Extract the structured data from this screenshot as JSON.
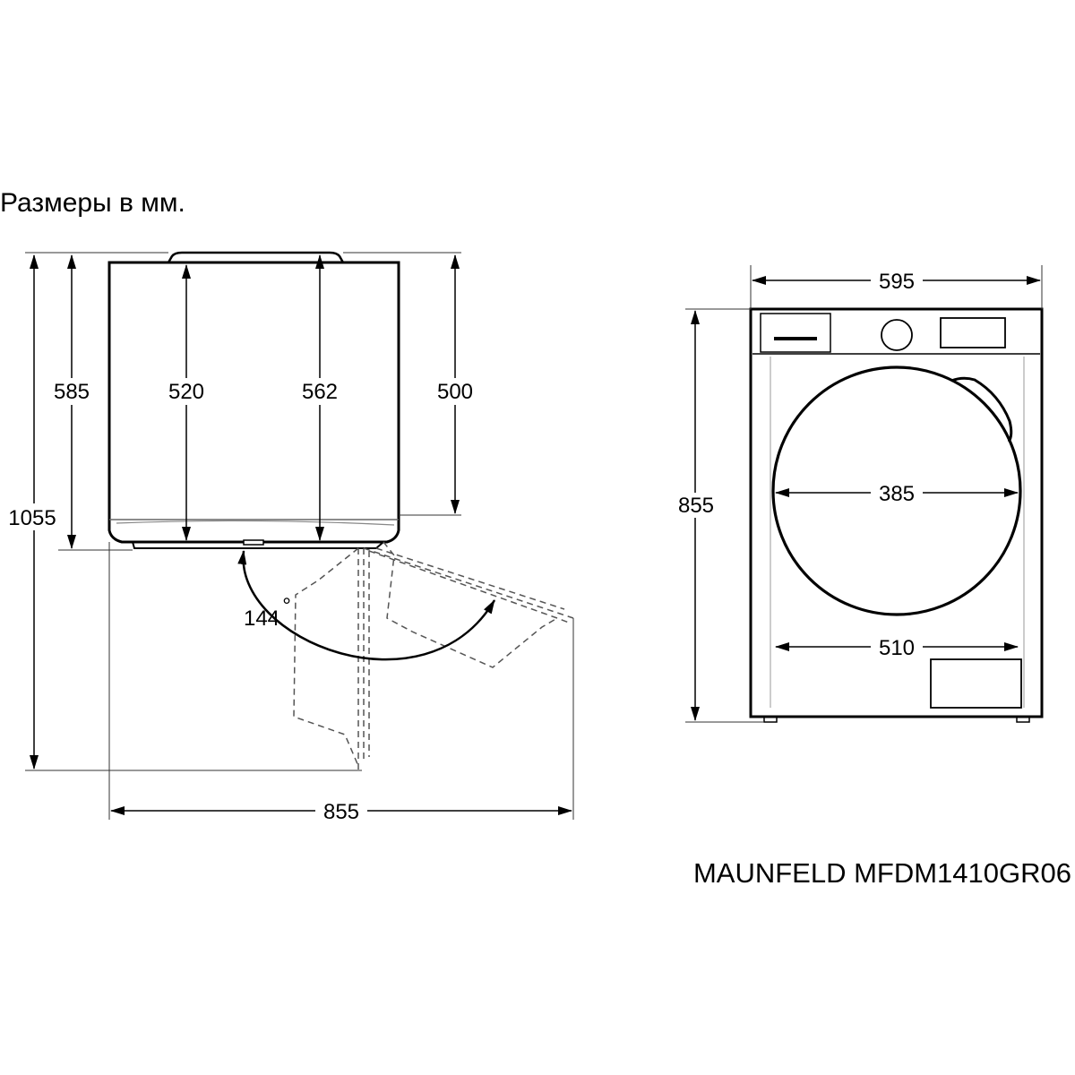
{
  "header": {
    "units_note": "Размеры в мм."
  },
  "side_view": {
    "dimensions": {
      "overall_height_door_open": "1055",
      "height_to_base": "585",
      "inner_height_a": "520",
      "inner_height_b": "562",
      "depth_to_rear": "500",
      "total_depth_door_open": "855"
    },
    "door_angle": "144",
    "degree_symbol": "°"
  },
  "front_view": {
    "dimensions": {
      "width": "595",
      "height": "855",
      "door_inner_diameter": "385",
      "door_outer_diameter": "510"
    }
  },
  "footer": {
    "model": "MAUNFELD MFDM1410GR06"
  },
  "colors": {
    "line": "#000000",
    "thin_line": "#333333",
    "dashed_line": "#555555",
    "background": "#ffffff"
  }
}
